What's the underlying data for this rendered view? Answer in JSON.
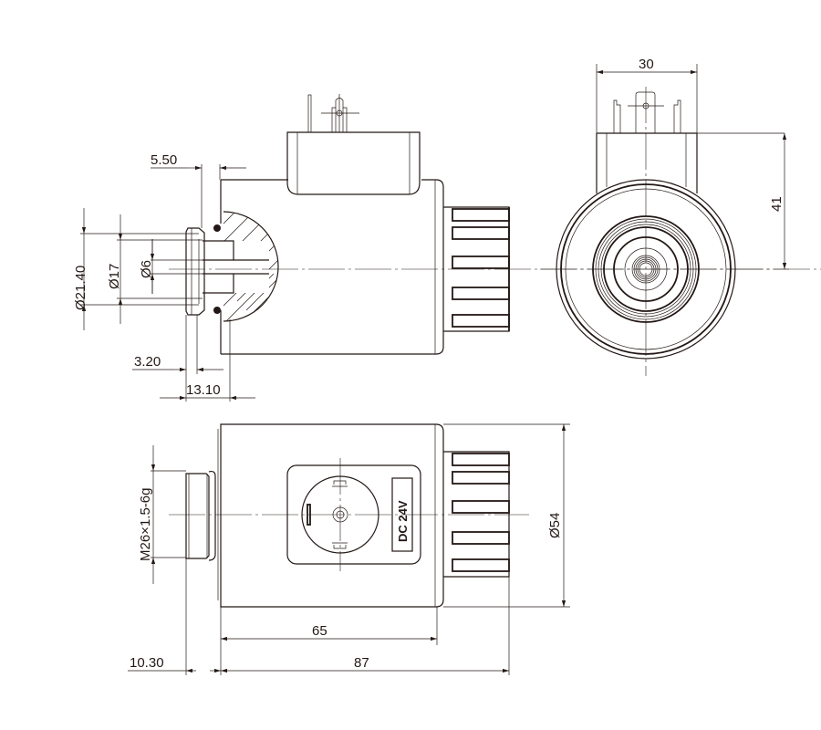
{
  "drawing": {
    "subject": "Solenoid coil technical drawing",
    "line_color": "#231815",
    "background": "#ffffff",
    "views": [
      "side-section-view",
      "end-view",
      "top-view"
    ]
  },
  "dimensions": {
    "side_view": {
      "flange_width": "5.50",
      "outer_thread_dia": "Ø21.40",
      "inner_dia": "Ø17",
      "bore_dia": "Ø6",
      "nut_thickness": "3.20",
      "nut_to_body": "13.10"
    },
    "end_view": {
      "connector_width": "30",
      "connector_height": "41"
    },
    "top_view": {
      "thread_spec": "M26×1.5-6g",
      "body_dia": "Ø54",
      "body_length": "65",
      "total_length": "87",
      "nut_length": "10.30"
    }
  },
  "labels": {
    "voltage_plate": "DC 24V"
  }
}
